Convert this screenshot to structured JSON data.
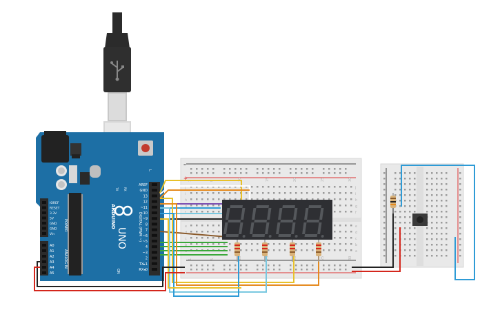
{
  "board": {
    "name": "UNO",
    "brand": "ARDUINO",
    "label_digital": "DIGITAL (PWM ~)",
    "label_power": "POWER",
    "label_analog": "ANALOG IN",
    "label_on": "ON",
    "label_l": "L",
    "label_tx": "TX",
    "label_rx": "RX",
    "pins_right": [
      "AREF",
      "GND",
      "13",
      "12",
      "~11",
      "~10",
      "~9",
      "8",
      "7",
      "~6",
      "~5",
      "4",
      "~3",
      "2",
      "TX▸1",
      "RX◂0"
    ],
    "pins_power": [
      "IOREF",
      "RESET",
      "3.3V",
      "5V",
      "GND",
      "GND",
      "Vin"
    ],
    "pins_analog": [
      "A0",
      "A1",
      "A2",
      "A3",
      "A4",
      "A5"
    ]
  },
  "breadboard_main": {
    "col_numbers": [
      "1",
      "5",
      "10",
      "15",
      "20",
      "25",
      "30"
    ],
    "row_letters_top": [
      "j",
      "i",
      "h",
      "g",
      "f"
    ],
    "row_letters_bottom": [
      "e",
      "d",
      "c",
      "b",
      "a"
    ],
    "plus_label": "+",
    "minus_label": "–"
  },
  "display": {
    "digits": [
      "8",
      "8",
      "8",
      "8"
    ],
    "segment_color": "#55585c",
    "body_color": "#2e2f33"
  },
  "colors": {
    "board_blue": "#1d6fa5",
    "breadboard": "#e9e9e9",
    "wire_yellow": "#e8c12a",
    "wire_orange": "#e58a1f",
    "wire_blue": "#2e9bd6",
    "wire_lightblue": "#79c8e0",
    "wire_red": "#d4261c",
    "wire_black": "#222222",
    "wire_green": "#3aa83a",
    "wire_purple": "#7a4db0",
    "wire_brown": "#8a5a2b"
  }
}
